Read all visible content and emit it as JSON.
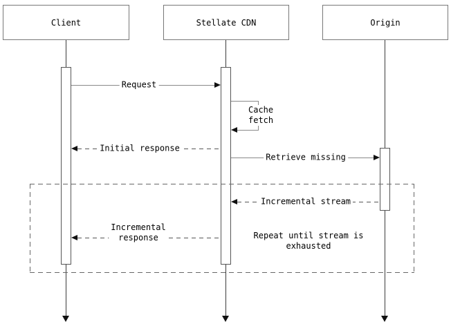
{
  "diagram": {
    "type": "sequence-diagram",
    "actors": [
      {
        "id": "client",
        "label": "Client"
      },
      {
        "id": "stellate-cdn",
        "label": "Stellate CDN"
      },
      {
        "id": "origin",
        "label": "Origin"
      }
    ],
    "messages": [
      {
        "from": "Client",
        "to": "Stellate CDN",
        "style": "solid",
        "label": "Request"
      },
      {
        "from": "Stellate CDN",
        "to": "Stellate CDN",
        "style": "self",
        "label": "Cache\nfetch"
      },
      {
        "from": "Stellate CDN",
        "to": "Client",
        "style": "dashed",
        "label": "Initial response"
      },
      {
        "from": "Stellate CDN",
        "to": "Origin",
        "style": "solid",
        "label": "Retrieve missing"
      },
      {
        "from": "Origin",
        "to": "Stellate CDN",
        "style": "dashed",
        "label": "Incremental stream"
      },
      {
        "from": "Stellate CDN",
        "to": "Client",
        "style": "dashed",
        "label": "Incremental\nresponse"
      }
    ],
    "loop_note": "Repeat until stream is\nexhausted",
    "colors": {
      "background": "#ffffff",
      "text": "#000000",
      "solid_line": "#888888",
      "dashed_line": "#555555",
      "frame_dash": "#666666",
      "arrowhead": "#111111",
      "box_border": "#777777"
    }
  }
}
